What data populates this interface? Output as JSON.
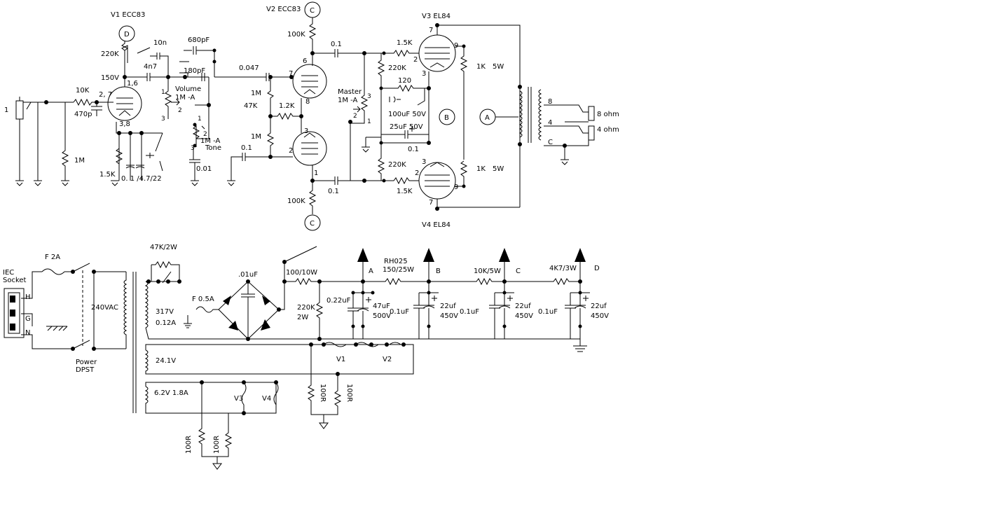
{
  "tubes": {
    "v1": "V1 ECC83",
    "v2": "V2 ECC83",
    "v3": "V3 EL84",
    "v4": "V4 EL84"
  },
  "nodes": {
    "a": "A",
    "b": "B",
    "c": "C",
    "d": "D"
  },
  "preamp": {
    "input": "1",
    "r_grid_stop": "10K",
    "c_470p": "470p",
    "r_1m": "1M",
    "r_220k": "220K",
    "v150": "150V",
    "c_10n": "10n",
    "c_4n7": "4n7",
    "c_680p": "680pF",
    "c_180p": "180pF",
    "volume": "Volume",
    "volume_val": "1M -A",
    "pins_16": "1,6",
    "pins_27": "2, 7",
    "pins_38": "3,8",
    "r_1k5": "1.5K",
    "cap_set": "0. 1 /4.7/22",
    "tone_val": "1M -A",
    "tone": "Tone",
    "c_001": "0.01",
    "c_0047": "0.047",
    "r_1m_b": "1M",
    "r_47k": "47K",
    "r_1m_c": "1M",
    "r_1k2": "1.2K",
    "c_01_in": "0.1",
    "r_100k_top": "100K",
    "r_100k_bot": "100K",
    "c_01_top": "0.1",
    "c_01_bot": "0.1",
    "pin6": "6",
    "pin7": "7",
    "pin8": "8",
    "pin3": "3",
    "pin2": "2",
    "pin1": "1"
  },
  "poweramp": {
    "r_1k5_top": "1.5K",
    "r_1k5_bot": "1.5K",
    "r_220k_top": "220K",
    "r_220k_bot": "220K",
    "master": "Master",
    "master_val": "1M -A",
    "r_120": "120",
    "c_100u": "100uF 50V",
    "c_25u": "25uF 50V",
    "c_01": "0.1",
    "r_1k_5w_top": "1K",
    "r_1k_5w_bot": "1K",
    "w5_top": "5W",
    "w5_bot": "5W",
    "out_8": "8",
    "out_4": "4",
    "out_c": "C",
    "ohm8": "8 ohm",
    "ohm4": "4 ohm",
    "p7_top": "7",
    "p9_top": "9",
    "p2_top": "2",
    "p3_top": "3",
    "p2_bot": "2",
    "p3_bot": "3",
    "p9_bot": "9",
    "p7_bot": "7"
  },
  "psu": {
    "iec": "IEC",
    "socket": "Socket",
    "h": "H",
    "g": "G",
    "n": "N",
    "fuse_main": "F 2A",
    "switch_label": "Power",
    "switch_type": "DPST",
    "mains": "240VAC",
    "r_47k2w": "47K/2W",
    "hv": "317V",
    "hv_a": "0.12A",
    "fuse_hv": "F 0.5A",
    "c_01uf": ".01uF",
    "r_100_10w": "100/10W",
    "r_220k": "220K",
    "r_220k_w": "2W",
    "c_022": "0.22uF",
    "c_47u": "47uF",
    "c_47u_v": "500V",
    "rh025": "RH025",
    "rh_val": "150/25W",
    "c_01a": "0.1uF",
    "c_22a": "22uf",
    "c_22a_v": "450V",
    "r_10k5w": "10K/5W",
    "c_01b": "0.1uF",
    "c_22b": "22uf",
    "c_22b_v": "450V",
    "r_4k7": "4K7/3W",
    "c_01c": "0.1uF",
    "c_22c": "22uf",
    "c_22c_v": "450V",
    "sec_24": "24.1V",
    "v1": "V1",
    "v2": "V2",
    "sec_63": "6.2V 1.8A",
    "v3": "V3",
    "v4": "V4",
    "r_100r_a": "100R",
    "r_100r_b": "100R",
    "r_100r_c": "100R",
    "r_100r_d": "100R"
  }
}
